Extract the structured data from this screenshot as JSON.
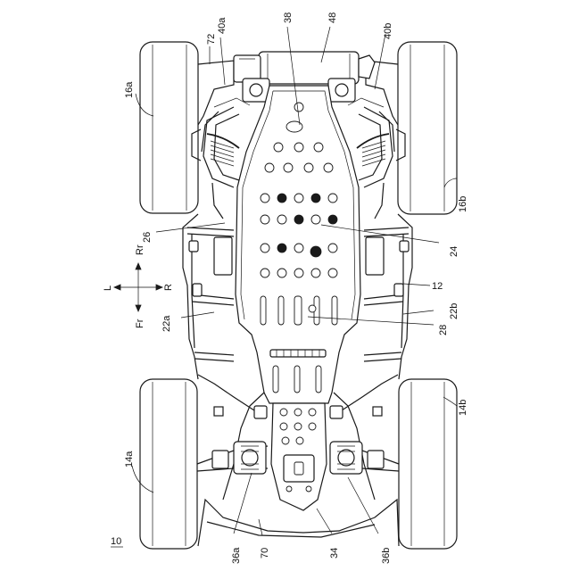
{
  "labels": {
    "n10": "10",
    "n12": "12",
    "n14a": "14a",
    "n14b": "14b",
    "n16a": "16a",
    "n16b": "16b",
    "n22a": "22a",
    "n22b": "22b",
    "n24": "24",
    "n26": "26",
    "n28": "28",
    "n34": "34",
    "n36a": "36a",
    "n36b": "36b",
    "n38": "38",
    "n40a": "40a",
    "n40b": "40b",
    "n48": "48",
    "n70": "70",
    "n72": "72"
  },
  "compass": {
    "rear": "Rr",
    "front": "Fr",
    "left": "L",
    "right": "R"
  }
}
